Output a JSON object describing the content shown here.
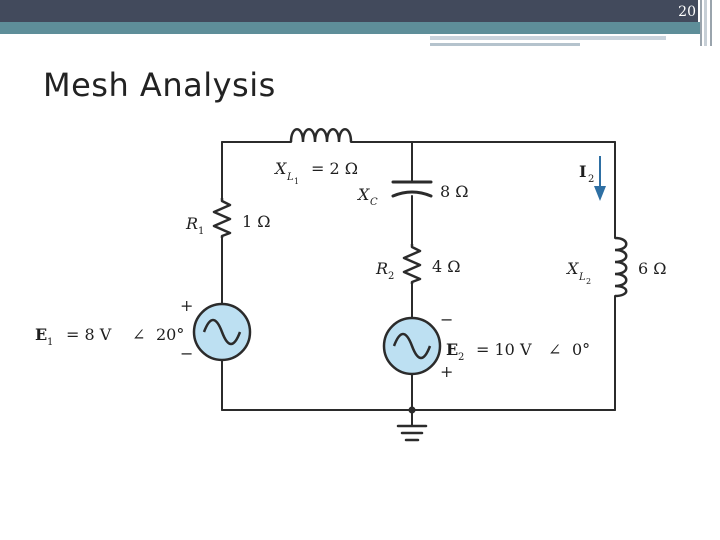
{
  "slide": {
    "number": "20",
    "title": "Mesh Analysis"
  },
  "circuit": {
    "xl1": {
      "sym": "X",
      "sub": "L",
      "subsub": "1",
      "value": "= 2 Ω"
    },
    "xc": {
      "sym": "X",
      "sub": "C",
      "value": "8 Ω"
    },
    "r1": {
      "sym": "R",
      "sub": "1",
      "value": "1 Ω"
    },
    "r2": {
      "sym": "R",
      "sub": "2",
      "value": "4 Ω"
    },
    "xl2": {
      "sym": "X",
      "sub": "L",
      "subsub": "2",
      "value": "6 Ω"
    },
    "i2": {
      "sym": "I",
      "sub": "2"
    },
    "e1": {
      "sym": "E",
      "sub": "1",
      "value": "= 8 V",
      "angle_symbol": "∠",
      "angle": "20°",
      "plus": "+",
      "minus": "−"
    },
    "e2": {
      "sym": "E",
      "sub": "2",
      "value": "= 10 V",
      "angle_symbol": "∠",
      "angle": "0°",
      "plus": "+",
      "minus": "−"
    }
  },
  "colors": {
    "top_bar": "#424a5c",
    "stripe": "#5e8e99",
    "source_fill": "#bde0f2",
    "arrow": "#2e6fa3"
  }
}
